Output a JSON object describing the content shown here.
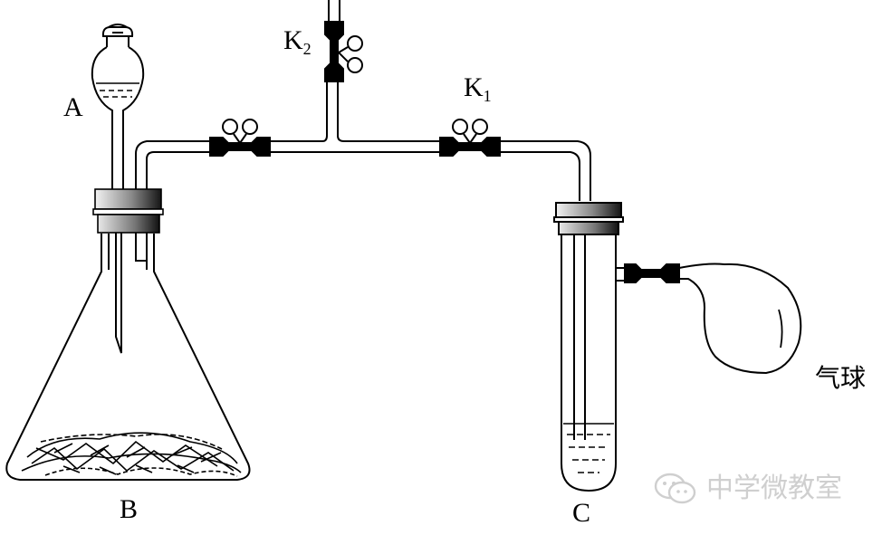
{
  "labels": {
    "A": "A",
    "B": "B",
    "C": "C",
    "K1_letter": "K",
    "K1_sub": "1",
    "K2_letter": "K",
    "K2_sub": "2",
    "balloon": "气球"
  },
  "watermark": {
    "text": "中学微教室",
    "icon": "wechat-chat-icon"
  },
  "colors": {
    "line": "#000000",
    "watermark": "#cfcfcf"
  }
}
